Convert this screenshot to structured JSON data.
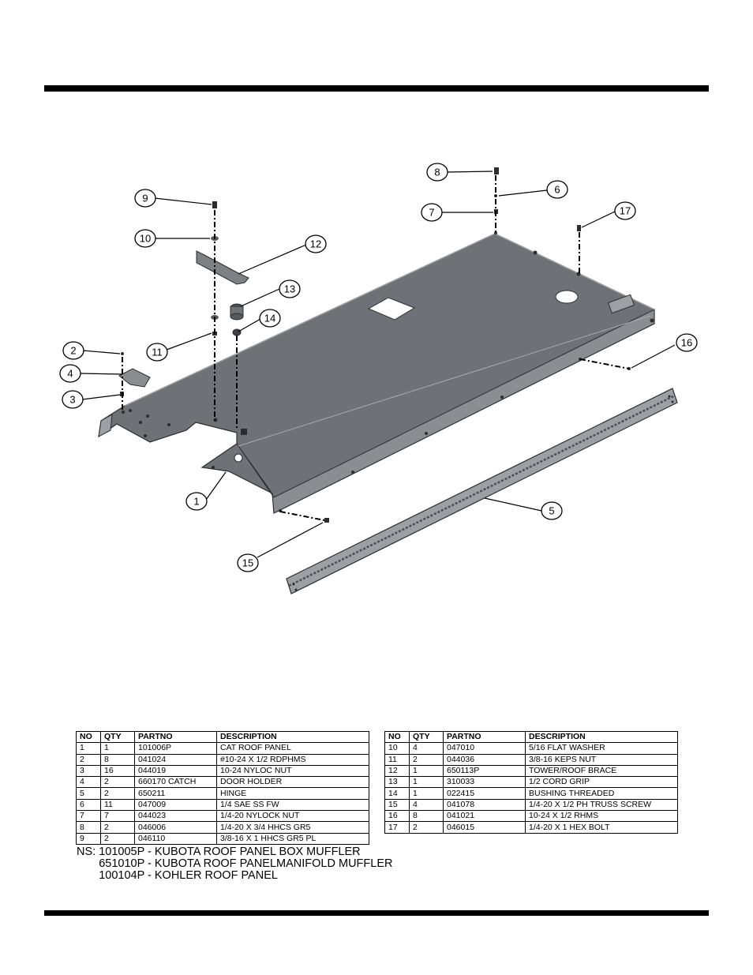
{
  "callouts": [
    "1",
    "2",
    "3",
    "4",
    "5",
    "6",
    "7",
    "8",
    "9",
    "10",
    "11",
    "12",
    "13",
    "14",
    "15",
    "16",
    "17"
  ],
  "table": {
    "headers": [
      "NO",
      "QTY",
      "PARTNO",
      "DESCRIPTION"
    ],
    "left_rows": [
      [
        "1",
        "1",
        "101006P",
        "CAT ROOF PANEL"
      ],
      [
        "2",
        "8",
        "041024",
        "#10-24 X 1/2 RDPHMS"
      ],
      [
        "3",
        "16",
        "044019",
        "10-24 NYLOC NUT"
      ],
      [
        "4",
        "2",
        "660170 CATCH",
        "DOOR HOLDER"
      ],
      [
        "5",
        "2",
        "650211",
        "HINGE"
      ],
      [
        "6",
        "11",
        "047009",
        "1/4 SAE SS FW"
      ],
      [
        "7",
        "7",
        "044023",
        "1/4-20 NYLOCK NUT"
      ],
      [
        "8",
        "2",
        "046006",
        "1/4-20 X 3/4 HHCS GR5"
      ],
      [
        "9",
        "2",
        "046110",
        "3/8-16 X 1 HHCS GR5 PL"
      ]
    ],
    "right_rows": [
      [
        "10",
        "4",
        "047010",
        "5/16 FLAT WASHER"
      ],
      [
        "11",
        "2",
        "044036",
        "3/8-16 KEPS NUT"
      ],
      [
        "12",
        "1",
        "650113P",
        "TOWER/ROOF BRACE"
      ],
      [
        "13",
        "1",
        "310033",
        "1/2 CORD GRIP"
      ],
      [
        "14",
        "1",
        "022415",
        "BUSHING THREADED"
      ],
      [
        "15",
        "4",
        "041078",
        "1/4-20 X 1/2 PH TRUSS SCREW"
      ],
      [
        "16",
        "8",
        "041021",
        "10-24 X 1/2 RHMS"
      ],
      [
        "17",
        "2",
        "046015",
        "1/4-20 X 1 HEX BOLT"
      ]
    ]
  },
  "notes": {
    "line1": "NS: 101005P - KUBOTA ROOF PANEL BOX MUFFLER",
    "line2": "       651010P - KUBOTA ROOF PANELMANIFOLD MUFFLER",
    "line3": "       100104P - KOHLER ROOF PANEL"
  }
}
